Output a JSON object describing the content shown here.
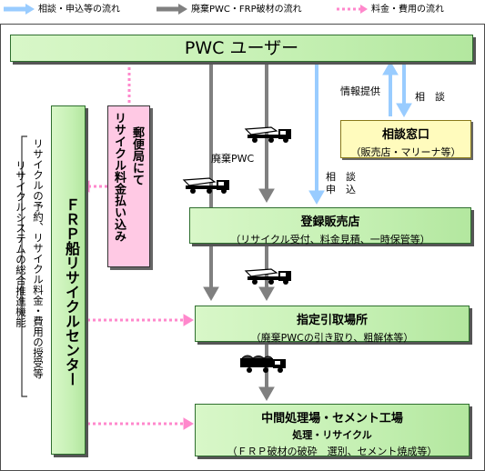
{
  "legend": {
    "consultation": "相談・申込等の流れ",
    "waste_flow": "廃棄PWC・FRP破材の流れ",
    "fee_flow": "料金・費用の流れ"
  },
  "colors": {
    "consultation_arrow": "#99ccff",
    "waste_arrow": "#808080",
    "fee_arrow": "#ff88cc"
  },
  "user_box": {
    "title": "PWC ユーザー"
  },
  "post_office_box": {
    "line1": "郵便局にて",
    "line2": "リサイクル料金払い込み"
  },
  "consult_box": {
    "title": "相談窓口",
    "subtitle": "（販売店・マリーナ等）"
  },
  "dealer_box": {
    "title": "登録販売店",
    "subtitle": "（リサイクル受付、料金見積、一時保管等）"
  },
  "pickup_box": {
    "title": "指定引取場所",
    "subtitle": "（廃棄PWCの引き取り、粗解体等）"
  },
  "processing_box": {
    "title": "中間処理場・セメント工場",
    "subtitle1": "処理・リサイクル",
    "subtitle2": "（ＦＲＰ破材の破砕　選別、セメント焼成等）"
  },
  "center_box": {
    "title": "ＦＲＰ船リサイクルセンター"
  },
  "center_roles": {
    "line1": "リサイクルの予約、リサイクル料金・費用の授受等",
    "line2": "リサイクルシステムの総合推進機能"
  },
  "labels": {
    "info": "情報提供",
    "consult": "相　談",
    "waste_pwc": "廃棄PWC",
    "apply_line1": "相　談",
    "apply_line2": "申　込"
  },
  "icons": {
    "boat_trailer": "boat-on-trailer-truck-icon",
    "debris_truck": "debris-truck-icon"
  }
}
